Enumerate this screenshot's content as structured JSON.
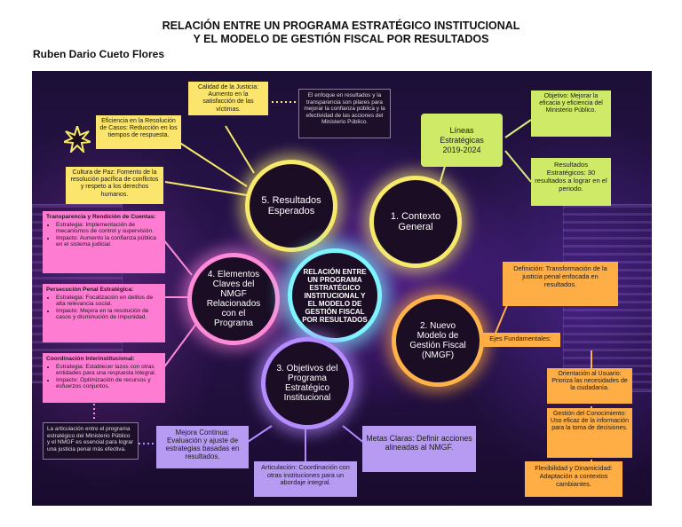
{
  "document": {
    "title_line1": "RELACIÓN ENTRE UN PROGRAMA ESTRATÉGICO INSTITUCIONAL",
    "title_line2": "Y EL MODELO DE GESTIÓN FISCAL POR RESULTADOS",
    "author": "Ruben Dario Cueto Flores"
  },
  "center": {
    "label": "RELACIÓN ENTRE UN PROGRAMA ESTRATÉGICO INSTITUCIONAL Y EL MODELO DE GESTIÓN FISCAL POR RESULTADOS"
  },
  "nodes": {
    "n1": "1. Contexto General",
    "n2": "2. Nuevo Modelo de Gestión Fiscal (NMGF)",
    "n3": "3. Objetivos del Programa Estratégico Institucional",
    "n4": "4. Elementos Claves del NMGF Relacionados con el Programa",
    "n5": "5. Resultados Esperados",
    "lineas": "Líneas Estratégicas 2019-2024"
  },
  "boxes": {
    "calidad": "Calidad de la Justicia: Aumento en la satisfacción de las víctimas.",
    "enfoque": "El enfoque en resultados y la transparencia son pilares para mejorar la confianza pública y la efectividad de las acciones del Ministerio Público.",
    "eficiencia": "Eficiencia en la Resolución de Casos: Reducción en los tiempos de respuesta.",
    "cultura": "Cultura de Paz: Fomento de la resolución pacífica de conflictos y respeto a los derechos humanos.",
    "objetivo": "Objetivo: Mejorar la eficacia y eficiencia del Ministerio Público.",
    "resultados_estrategicos": "Resultados Estratégicos: 30 resultados a lograr en el periodo.",
    "definicion": "Definición: Transformación de la justicia penal enfocada en resultados.",
    "ejes": "Ejes Fundamentales:",
    "orientacion": "Orientación al Usuario: Prioriza las necesidades de la ciudadanía.",
    "gestion": "Gestión del Conocimiento: Uso eficaz de la información para la toma de decisiones.",
    "flexibilidad": "Flexibilidad y Dinamicidad: Adaptación a contextos cambiantes.",
    "mejora": "Mejora Continua: Evaluación y ajuste de estrategias basadas en resultados.",
    "metas": "Metas Claras: Definir acciones alineadas al NMGF.",
    "articulacion": "Articulación: Coordinación con otras instituciones para un abordaje integral.",
    "articulacion_nota": "La articulación entre el programa estratégico del Ministerio Público y el NMGF es esencial para lograr una justicia penal más efectiva."
  },
  "pink_boxes": {
    "transparencia": {
      "title": "Transparencia y Rendición de Cuentas:",
      "items": [
        "Estrategia: Implementación de mecanismos de control y supervisión.",
        "Impacto: Aumento la confianza pública en el sistema judicial."
      ]
    },
    "persecucion": {
      "title": "Persecución Penal Estratégica:",
      "items": [
        "Estrategia: Focalización en delitos de alta relevancia social.",
        "Impacto: Mejora en la resolución de casos y disminución de impunidad."
      ]
    },
    "coordinacion": {
      "title": "Coordinación Interinstitucional:",
      "items": [
        "Estrategia: Establecer lazos con otras entidades para una respuesta integral.",
        "Impacto: Optimización de recursos y esfuerzos conjuntos."
      ]
    }
  },
  "colors": {
    "yellow": "#fbe56d",
    "lime": "#cfea66",
    "orange": "#ffad45",
    "pink": "#ff7cd3",
    "lavender": "#b79bf2",
    "cyan": "#7ef4ff"
  }
}
